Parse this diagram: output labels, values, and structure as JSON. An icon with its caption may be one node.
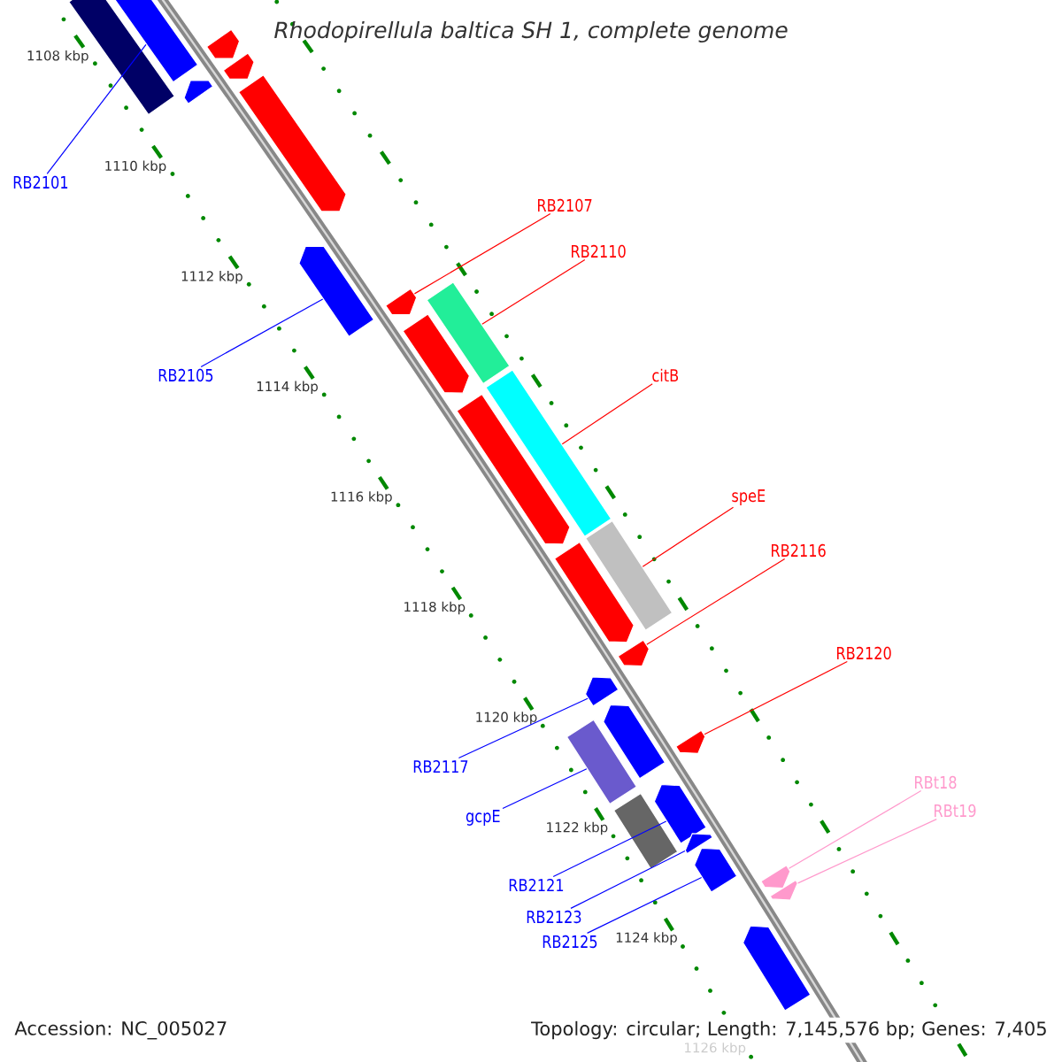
{
  "diagram": {
    "title": "Rhodopirellula baltica SH 1, complete genome",
    "nodes": [
      {
        "text": [
          "RB2101"
        ]
      },
      {
        "text": [
          "RB2105"
        ]
      },
      {
        "text": [
          "RB2107"
        ]
      },
      {
        "text": [
          "RB2110"
        ]
      },
      {
        "text": [
          "citB"
        ]
      },
      {
        "text": [
          "speE"
        ]
      },
      {
        "text": [
          "RB2116"
        ]
      },
      {
        "text": [
          "RB2120"
        ]
      },
      {
        "text": [
          "RB2117"
        ]
      },
      {
        "text": [
          "gcpE"
        ]
      },
      {
        "text": [
          "RB2121"
        ]
      },
      {
        "text": [
          "RB2123"
        ]
      },
      {
        "text": [
          "RB2125"
        ]
      },
      {
        "text": [
          "RBt18"
        ]
      },
      {
        "text": [
          "RBt19"
        ]
      },
      {
        "text": [],
        "shape": "box"
      },
      {
        "text": [],
        "shape": "arrow"
      },
      {
        "text": [],
        "shape": "arrow"
      },
      {
        "text": [],
        "shape": "arrow"
      },
      {
        "text": [],
        "shape": "arrow"
      },
      {
        "text": [],
        "shape": "arrow"
      },
      {
        "text": [],
        "shape": "arrow"
      },
      {
        "text": [],
        "shape": "arrow"
      },
      {
        "text": [],
        "shape": "arrow"
      },
      {
        "text": [],
        "shape": "box"
      },
      {
        "text": [],
        "shape": "arrow"
      },
      {
        "text": [],
        "shape": "box"
      },
      {
        "text": [],
        "shape": "arrow"
      },
      {
        "text": [],
        "shape": "box"
      },
      {
        "text": [],
        "shape": "arrow"
      },
      {
        "text": [],
        "shape": "arrow"
      },
      {
        "text": [],
        "shape": "arrow"
      },
      {
        "text": [],
        "shape": "box"
      },
      {
        "text": [],
        "shape": "arrow"
      },
      {
        "text": [],
        "shape": "arrow"
      },
      {
        "text": [],
        "shape": "box"
      },
      {
        "text": [],
        "shape": "arrow"
      },
      {
        "text": [],
        "shape": "arrow"
      },
      {
        "text": [],
        "shape": "arrow"
      },
      {
        "text": [],
        "shape": "arrow"
      },
      {
        "text": [],
        "shape": "arrow"
      }
    ],
    "edges": [
      {
        "from": 0,
        "to": 16,
        "arrow": "none"
      },
      {
        "from": 1,
        "to": 21,
        "arrow": "none"
      },
      {
        "from": 2,
        "to": 22,
        "arrow": "none",
        "color": "#ff0000"
      },
      {
        "from": 3,
        "to": 24,
        "arrow": "none",
        "color": "#ff0000"
      },
      {
        "from": 4,
        "to": 26,
        "arrow": "none",
        "color": "#ff0000"
      },
      {
        "from": 5,
        "to": 28,
        "arrow": "none",
        "color": "#ff0000"
      },
      {
        "from": 6,
        "to": 29,
        "arrow": "none",
        "color": "#ff0000"
      },
      {
        "from": 7,
        "to": 33,
        "arrow": "none",
        "color": "#ff0000"
      },
      {
        "from": 8,
        "to": 30,
        "arrow": "none"
      },
      {
        "from": 9,
        "to": 32,
        "arrow": "none"
      },
      {
        "from": 10,
        "to": 34,
        "arrow": "none"
      },
      {
        "from": 11,
        "to": 36,
        "arrow": "none"
      },
      {
        "from": 12,
        "to": 37,
        "arrow": "none"
      },
      {
        "from": 13,
        "to": 38,
        "arrow": "none",
        "color": "#ff99cc"
      },
      {
        "from": 14,
        "to": 39,
        "arrow": "none",
        "color": "#ff99cc"
      }
    ],
    "labels": [
      "1108 kbp",
      "1110 kbp",
      "1112 kbp",
      "1114 kbp",
      "1116 kbp",
      "1118 kbp",
      "1120 kbp",
      "1122 kbp",
      "1124 kbp",
      "1126 kbp",
      "Accession: NC_005027",
      "Topology: circular; Length: 7,145,576 bp; Genes: 7,405"
    ]
  }
}
